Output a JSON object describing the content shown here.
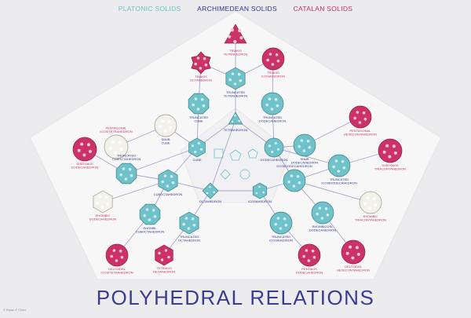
{
  "legend": {
    "platonic": "PLATONIC SOLIDS",
    "archimedean": "ARCHIMEDEAN SOLIDS",
    "catalan": "CATALAN SOLIDS"
  },
  "title": "POLYHEDRAL RELATIONS",
  "credit": "© Bryan F Chan",
  "colors": {
    "platonic": "#69c0c8",
    "archimedean": "#2e3390",
    "catalan": "#c42f66",
    "teal_fill": "#6fc2c9",
    "magenta_fill": "#cc3168",
    "white_fill": "#f3f2ea",
    "background": "#ececee",
    "pentagon": "#f7f7f8",
    "connector": "#a4a4cc"
  },
  "solids": {
    "triakis_tetrahedron": {
      "label": "TRIAKIS TETRAHEDRON",
      "family": "catalan",
      "fill": "magenta",
      "shape": "tetra"
    },
    "triakis_octahedron": {
      "label": "TRIAKIS OCTAHEDRON",
      "family": "catalan",
      "fill": "magenta",
      "shape": "star"
    },
    "triakis_icosahedron": {
      "label": "TRIAKIS ICOSAHEDRON",
      "family": "catalan",
      "fill": "magenta",
      "shape": "round"
    },
    "truncated_tetrahedron": {
      "label": "TRUNCATED TETRAHEDRON",
      "family": "archimedean",
      "fill": "teal",
      "shape": "hex"
    },
    "truncated_cube": {
      "label": "TRUNCATED CUBE",
      "family": "archimedean",
      "fill": "teal",
      "shape": "oct"
    },
    "truncated_dodecahedron": {
      "label": "TRUNCATED DODECAHEDRON",
      "family": "archimedean",
      "fill": "teal",
      "shape": "round"
    },
    "tetrahedron": {
      "label": "TETRAHEDRON",
      "family": "platonic",
      "fill": "teal",
      "shape": "tri"
    },
    "pentagonal_icositetrahedron": {
      "label": "PENTAGONAL ICOSITETRAHEDRON",
      "family": "catalan",
      "fill": "white",
      "shape": "round"
    },
    "pentagonal_hexecontahedron": {
      "label": "PENTAGONAL HEXECONTAHEDRON",
      "family": "catalan",
      "fill": "magenta",
      "shape": "round"
    },
    "snub_cube": {
      "label": "SNUB CUBE",
      "family": "archimedean",
      "fill": "white",
      "shape": "round"
    },
    "snub_dodecahedron": {
      "label": "SNUB DODECAHEDRON",
      "family": "archimedean",
      "fill": "teal",
      "shape": "round"
    },
    "cube": {
      "label": "CUBE",
      "family": "platonic",
      "fill": "teal",
      "shape": "hex"
    },
    "dodecahedron": {
      "label": "DODECAHEDRON",
      "family": "platonic",
      "fill": "teal",
      "shape": "round"
    },
    "disdyakis_dodecahedron": {
      "label": "DISDYAKIS DODECAHEDRON",
      "family": "catalan",
      "fill": "magenta",
      "shape": "round"
    },
    "disdyakis_triacontahedron": {
      "label": "DISDYAKIS TRIACONTAHEDRON",
      "family": "catalan",
      "fill": "magenta",
      "shape": "round"
    },
    "truncated_cuboctahedron": {
      "label": "TRUNCATED CUBOCTAHEDRON",
      "family": "archimedean",
      "fill": "teal",
      "shape": "oct"
    },
    "truncated_icosidodecahedron": {
      "label": "TRUNCATED ICOSIDODECAHEDRON",
      "family": "archimedean",
      "fill": "teal",
      "shape": "round"
    },
    "cuboctahedron": {
      "label": "CUBOCTAHEDRON",
      "family": "archimedean",
      "fill": "teal",
      "shape": "hex"
    },
    "icosidodecahedron": {
      "label": "ICOSIDODECAHEDRON",
      "family": "archimedean",
      "fill": "teal",
      "shape": "round"
    },
    "octahedron": {
      "label": "OCTAHEDRON",
      "family": "platonic",
      "fill": "teal",
      "shape": "diamond"
    },
    "icosahedron": {
      "label": "ICOSAHEDRON",
      "family": "platonic",
      "fill": "teal",
      "shape": "hex"
    },
    "rhombic_dodecahedron": {
      "label": "RHOMBIC DODECAHEDRON",
      "family": "catalan",
      "fill": "white",
      "shape": "hex"
    },
    "rhombic_triacontahedron": {
      "label": "RHOMBIC TRIACONTAHEDRON",
      "family": "catalan",
      "fill": "white",
      "shape": "round"
    },
    "rhombicuboctahedron": {
      "label": "RHOMBI-CUBOCTAHEDRON",
      "family": "archimedean",
      "fill": "teal",
      "shape": "oct"
    },
    "rhombicosidodecahedron": {
      "label": "RHOMBICOSI-DODECAHEDRON",
      "family": "archimedean",
      "fill": "teal",
      "shape": "round"
    },
    "truncated_octahedron": {
      "label": "TRUNCATED OCTAHEDRON",
      "family": "archimedean",
      "fill": "teal",
      "shape": "hex"
    },
    "truncated_icosahedron": {
      "label": "TRUNCATED ICOSAHEDRON",
      "family": "archimedean",
      "fill": "teal",
      "shape": "round"
    },
    "deltoidal_icositetrahedron": {
      "label": "DELTOIDAL ICOSITETRAHEDRON",
      "family": "catalan",
      "fill": "magenta",
      "shape": "round"
    },
    "tetrakis_hexahedron": {
      "label": "TETRAKIS HEXAHEDRON",
      "family": "catalan",
      "fill": "magenta",
      "shape": "hex"
    },
    "pentakis_dodecahedron": {
      "label": "PENTAKIS DODECAHEDRON",
      "family": "catalan",
      "fill": "magenta",
      "shape": "round"
    },
    "deltoidal_hexecontahedron": {
      "label": "DELTOIDAL HEXECONTAHEDRON",
      "family": "catalan",
      "fill": "magenta",
      "shape": "round"
    }
  },
  "connections": [
    [
      "triakis_tetrahedron",
      "truncated_tetrahedron"
    ],
    [
      "triakis_octahedron",
      "truncated_tetrahedron"
    ],
    [
      "triakis_icosahedron",
      "truncated_tetrahedron"
    ],
    [
      "truncated_tetrahedron",
      "tetrahedron"
    ],
    [
      "triakis_octahedron",
      "truncated_cube"
    ],
    [
      "triakis_icosahedron",
      "truncated_dodecahedron"
    ],
    [
      "truncated_cube",
      "cube"
    ],
    [
      "truncated_dodecahedron",
      "dodecahedron"
    ],
    [
      "tetrahedron",
      "cube"
    ],
    [
      "tetrahedron",
      "dodecahedron"
    ],
    [
      "pentagonal_icositetrahedron",
      "snub_cube"
    ],
    [
      "snub_cube",
      "cube"
    ],
    [
      "pentagonal_hexecontahedron",
      "snub_dodecahedron"
    ],
    [
      "snub_dodecahedron",
      "dodecahedron"
    ],
    [
      "disdyakis_dodecahedron",
      "truncated_cuboctahedron"
    ],
    [
      "truncated_cuboctahedron",
      "cube"
    ],
    [
      "truncated_cuboctahedron",
      "cuboctahedron"
    ],
    [
      "disdyakis_triacontahedron",
      "truncated_icosidodecahedron"
    ],
    [
      "truncated_icosidodecahedron",
      "dodecahedron"
    ],
    [
      "truncated_icosidodecahedron",
      "icosidodecahedron"
    ],
    [
      "cuboctahedron",
      "cube"
    ],
    [
      "cuboctahedron",
      "octahedron"
    ],
    [
      "icosidodecahedron",
      "dodecahedron"
    ],
    [
      "icosidodecahedron",
      "icosahedron"
    ],
    [
      "rhombic_dodecahedron",
      "cuboctahedron"
    ],
    [
      "rhombic_triacontahedron",
      "icosidodecahedron"
    ],
    [
      "rhombicuboctahedron",
      "cuboctahedron"
    ],
    [
      "rhombicosidodecahedron",
      "icosidodecahedron"
    ],
    [
      "deltoidal_icositetrahedron",
      "rhombicuboctahedron"
    ],
    [
      "deltoidal_hexecontahedron",
      "rhombicosidodecahedron"
    ],
    [
      "truncated_octahedron",
      "octahedron"
    ],
    [
      "truncated_icosahedron",
      "icosahedron"
    ],
    [
      "tetrakis_hexahedron",
      "truncated_octahedron"
    ],
    [
      "pentakis_dodecahedron",
      "truncated_icosahedron"
    ],
    [
      "octahedron",
      "icosahedron"
    ],
    [
      "tetrahedron",
      "octahedron"
    ]
  ]
}
